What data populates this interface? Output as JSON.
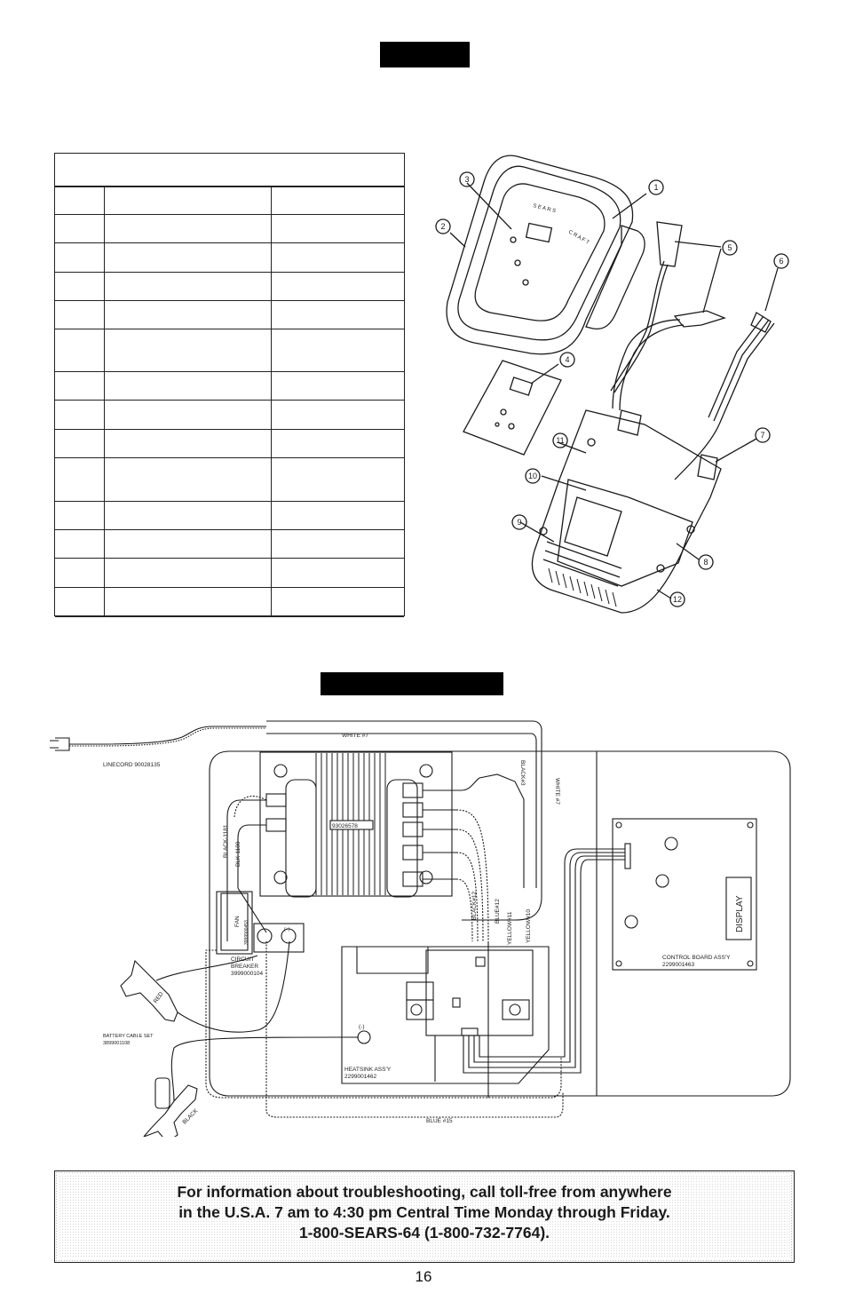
{
  "parts_table": {
    "rows": [
      {
        "h": 31
      },
      {
        "h": 32
      },
      {
        "h": 33
      },
      {
        "h": 32
      },
      {
        "h": 32
      },
      {
        "h": 48
      },
      {
        "h": 32
      },
      {
        "h": 33
      },
      {
        "h": 32
      },
      {
        "h": 49
      },
      {
        "h": 32
      },
      {
        "h": 32
      },
      {
        "h": 33
      },
      {
        "h": 33
      }
    ]
  },
  "exploded_view": {
    "callouts": [
      "1",
      "2",
      "3",
      "4",
      "5",
      "6",
      "7",
      "8",
      "9",
      "10",
      "11",
      "12"
    ],
    "colors": {
      "line": "#1a1a1a"
    }
  },
  "wiring_diagram": {
    "labels": {
      "white_top": "WHITE #7",
      "linecord": "LINECORD 90028135",
      "black_left_1": "BLACK-1181",
      "black_left_2": "BLK-1180",
      "transformer_pn": "93026578",
      "black_13": "BLACK#3",
      "white_right": "WHITE #7",
      "fan": "FAN",
      "fan_pn": "3999900453",
      "circuit_breaker": "CIRCUIT",
      "circuit_breaker_2": "BREAKER",
      "circuit_breaker_pn": "3999000104",
      "black_12": "BLACK#12",
      "blue_12": "BLUE#12",
      "yellow_11": "YELLOW#11",
      "yellow_10": "YELLOW#10",
      "display": "DISPLAY",
      "control_board": "CONTROL BOARD ASS'Y",
      "control_board_pn": "2299001463",
      "battery_cable": "BATTERY CABLE SET",
      "battery_cable_pn": "3899001108",
      "heatsink": "HEATSINK ASS'Y",
      "heatsink_pn": "2299001462",
      "blue_bottom": "BLUE #15",
      "red": "RED",
      "black": "BLACK",
      "minus": "(-)",
      "plus": "(+)"
    }
  },
  "info_box": {
    "line1": "For information about troubleshooting, call toll-free from anywhere",
    "line2": "in the U.S.A. 7 am to 4:30 pm Central Time Monday through Friday.",
    "line3": "1-800-SEARS-64 (1-800-732-7764)."
  },
  "page_number": "16"
}
